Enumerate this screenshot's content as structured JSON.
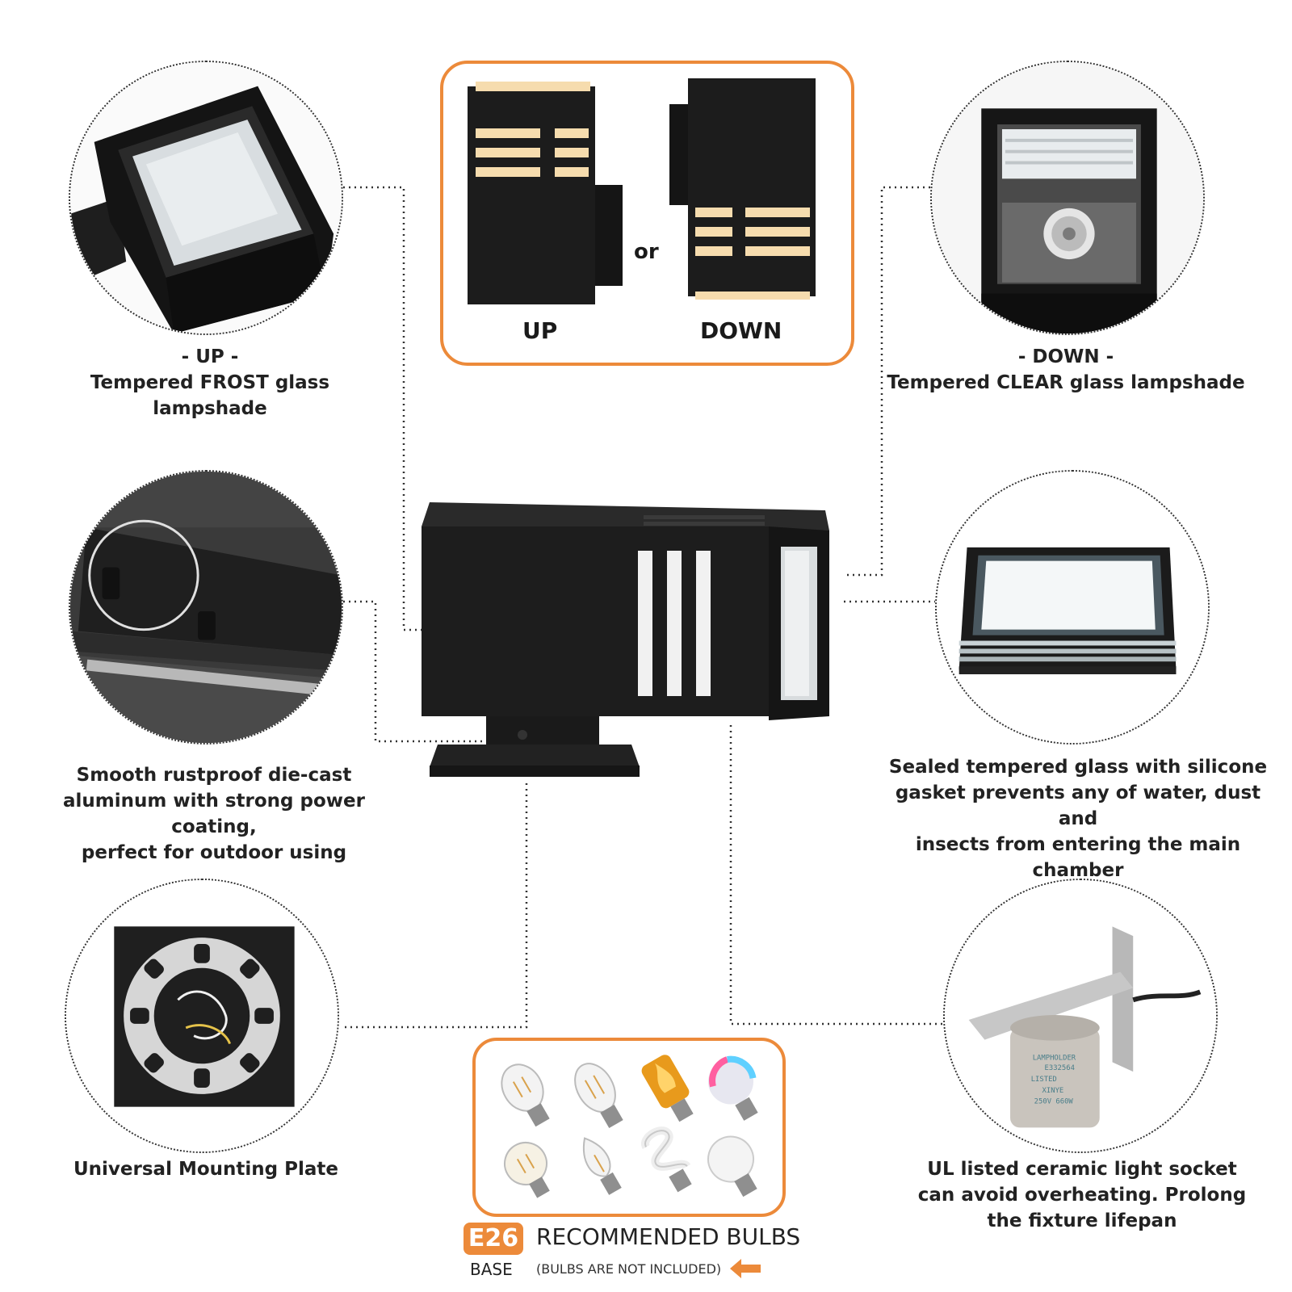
{
  "orientation": {
    "up_label": "UP",
    "or_label": "or",
    "down_label": "DOWN"
  },
  "features": {
    "frost": {
      "title": "- UP -",
      "text": "Tempered FROST glass lampshade"
    },
    "clear": {
      "title": "- DOWN -",
      "text": "Tempered CLEAR glass lampshade"
    },
    "aluminum": {
      "line1": "Smooth rustproof die-cast",
      "line2": "aluminum with strong power coating,",
      "line3": "perfect for outdoor using"
    },
    "gasket": {
      "line1": "Sealed tempered glass with silicone",
      "line2": "gasket prevents any of water, dust and",
      "line3": "insects from entering the main chamber"
    },
    "plate": {
      "text": "Universal Mounting Plate"
    },
    "socket": {
      "line1": "UL listed ceramic light socket",
      "line2": "can avoid overheating. Prolong",
      "line3": "the fixture lifepan"
    }
  },
  "socket_print": {
    "line1": "LAMPHOLDER",
    "line2": "E332564",
    "line3": "LISTED",
    "line4": "XINYE",
    "line5": "250V 660W"
  },
  "bulbs": {
    "base_badge": "E26",
    "base_label": "BASE",
    "title": "RECOMMENDED BULBS",
    "note": "(BULBS ARE NOT INCLUDED)"
  },
  "colors": {
    "accent_orange": "#ec8a3a",
    "fixture_black": "#1c1c1c",
    "warm_light": "#f6dcae"
  },
  "icons": [
    "arrow-left-icon",
    "bulb-icon"
  ]
}
